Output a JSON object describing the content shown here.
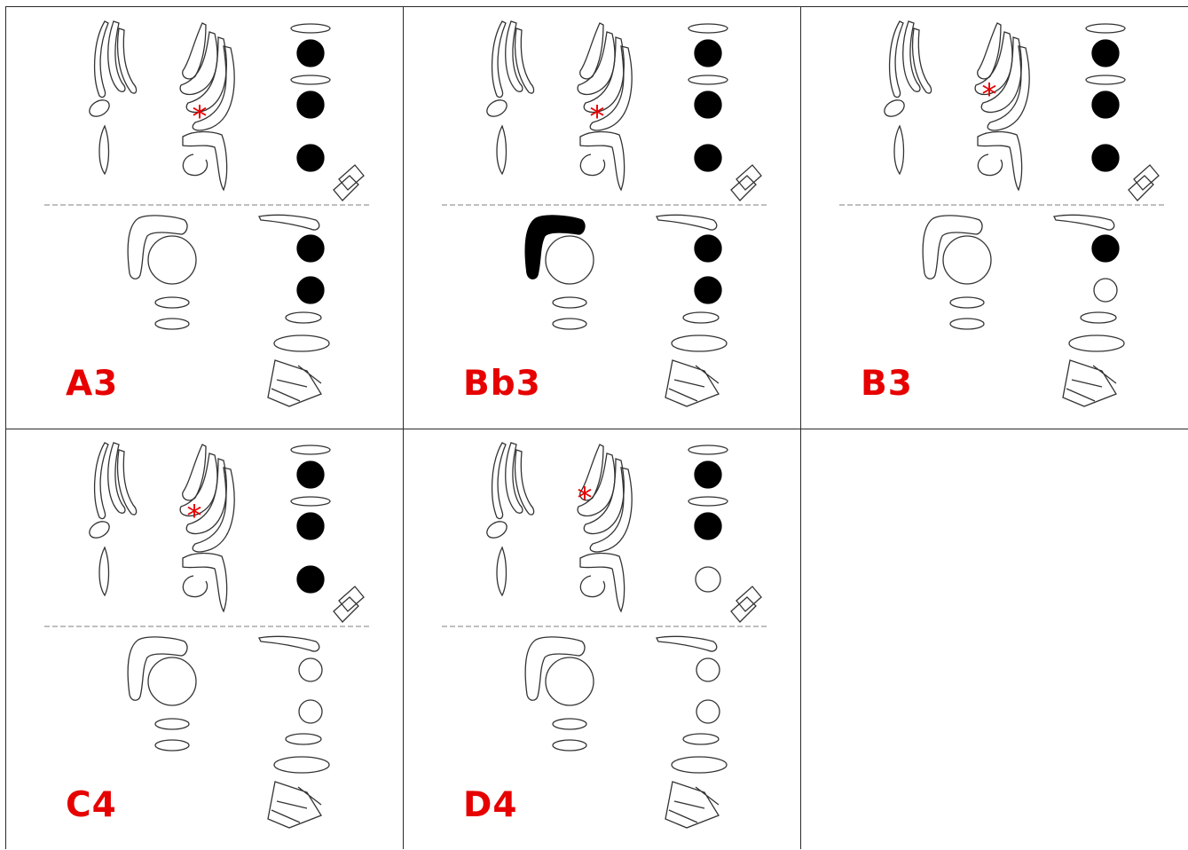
{
  "colors": {
    "accent": "#e60000",
    "ink": "#000000"
  },
  "fingerings": [
    {
      "note": "A3",
      "register_key": false,
      "star": "d",
      "right_holes": [
        true,
        true,
        true
      ],
      "left_holes": [
        true,
        true
      ]
    },
    {
      "note": "Bb3",
      "register_key": true,
      "star": "d",
      "right_holes": [
        true,
        true,
        true
      ],
      "left_holes": [
        true,
        true
      ]
    },
    {
      "note": "B3",
      "register_key": false,
      "star": "c",
      "right_holes": [
        true,
        true,
        true
      ],
      "left_holes": [
        true,
        false
      ]
    },
    {
      "note": "C4",
      "register_key": false,
      "star": "c",
      "right_holes": [
        true,
        true,
        true
      ],
      "left_holes": [
        false,
        false
      ]
    },
    {
      "note": "D4",
      "register_key": false,
      "star": "b",
      "right_holes": [
        true,
        true,
        false
      ],
      "left_holes": [
        false,
        false
      ]
    }
  ]
}
